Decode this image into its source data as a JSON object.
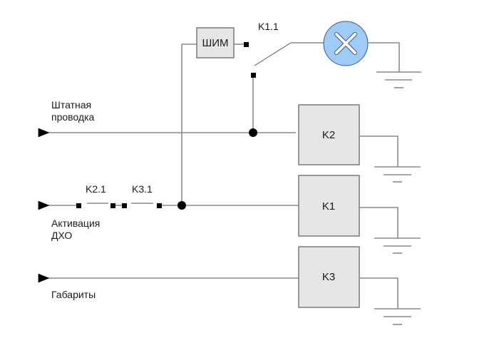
{
  "diagram": {
    "pwm_block": {
      "label": "ШИМ"
    },
    "switch_k11": {
      "label": "K1.1"
    },
    "lamp": {
      "icon": "lamp-icon",
      "color": "#9fcbf8"
    },
    "relays": [
      {
        "id": "k2",
        "label": "K2"
      },
      {
        "id": "k1",
        "label": "K1"
      },
      {
        "id": "k3",
        "label": "K3"
      }
    ],
    "contacts": [
      {
        "id": "k21",
        "label": "K2.1"
      },
      {
        "id": "k31",
        "label": "K3.1"
      }
    ],
    "outputs": [
      {
        "id": "stock-wiring",
        "line1": "Штатная",
        "line2": "проводка"
      },
      {
        "id": "drl-activation",
        "line1": "Активация",
        "line2": "ДХО"
      },
      {
        "id": "parking-lights",
        "line1": "Габариты"
      }
    ]
  }
}
